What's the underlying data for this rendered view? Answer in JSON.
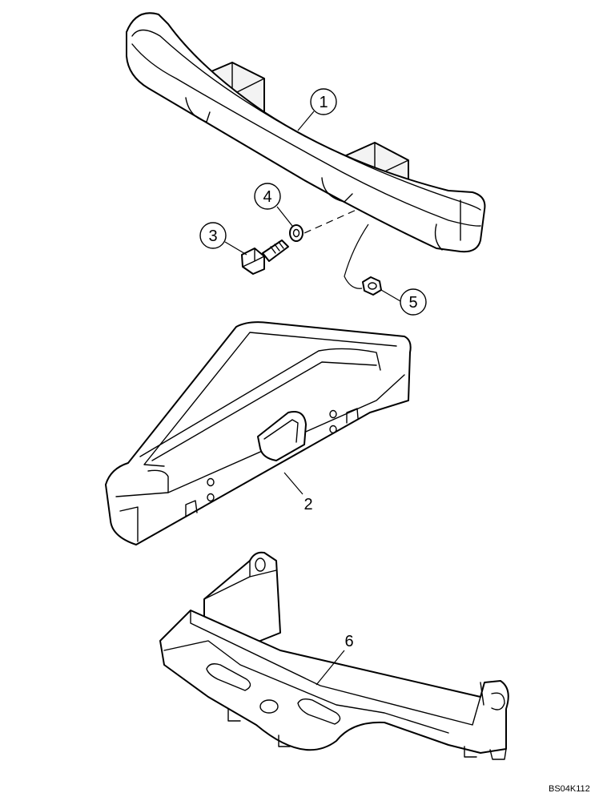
{
  "callouts": {
    "c1": "1",
    "c2": "2",
    "c3": "3",
    "c4": "4",
    "c5": "5",
    "c6": "6"
  },
  "drawing_code": "BS04K112"
}
